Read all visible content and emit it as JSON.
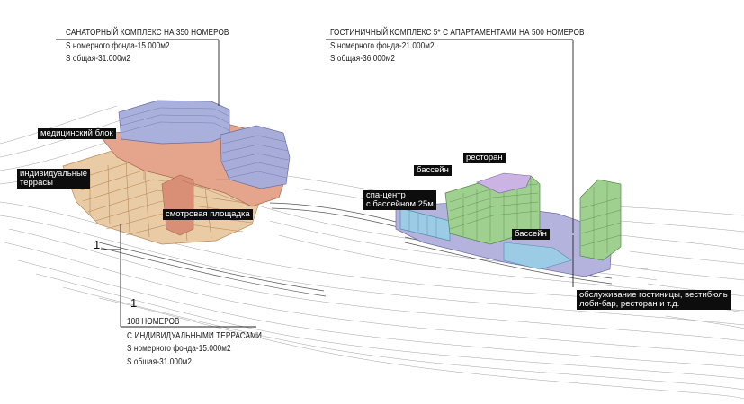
{
  "sanatorium": {
    "title": "САНАТОРНЫЙ КОМПЛЕКС НА 350 НОМЕРОВ",
    "room_area": "S номерного фонда-15.000м2",
    "total_area": "S общая-31.000м2"
  },
  "hotel": {
    "title": "ГОСТИНИЧНЫЙ КОМПЛЕКС 5* С АПАРТАМЕНТАМИ НА 500 НОМЕРОВ",
    "room_area": "S номерного фонда-21.000м2",
    "total_area": "S общая-36.000м2"
  },
  "terraces": {
    "title_line1": "108 НОМЕРОВ",
    "title_line2": "С ИНДИВИДУАЛЬНЫМИ ТЕРРАСАМИ",
    "room_area": "S номерного фонда-15.000м2",
    "total_area": "S общая-31.000м2"
  },
  "labels": {
    "medical": "медицинский блок",
    "individual_line1": "индивидуальные",
    "individual_line2": "террасы",
    "viewing": "смотровая площадка",
    "spa_line1": "спа-центр",
    "spa_line2": "с бассейном 25м",
    "pool_top": "бассейн",
    "restaurant": "ресторан",
    "pool_lower": "бассейн",
    "service_line1": "обслуживание гостиницы, вестибюль",
    "service_line2": "лоби-бар, ресторан и т.д."
  },
  "markers": {
    "one_left": "1",
    "one_center": "1"
  },
  "colors": {
    "terraces_fill": "#e9cba5",
    "terraces_stroke": "#b88a5a",
    "medical_fill": "#e4a58c",
    "sanatorium_fill": "#aab0dc",
    "hotel_green": "#9fd08f",
    "hotel_purple": "#b4b3dd",
    "pool_blue": "#9ccbe6",
    "label_bg": "#0d0d0d"
  }
}
